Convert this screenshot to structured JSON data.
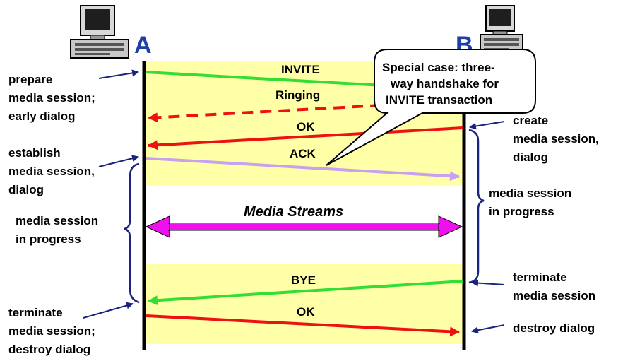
{
  "endpoints": {
    "a": "A",
    "b": "B"
  },
  "messages": {
    "invite": "INVITE",
    "ringing": "Ringing",
    "ok1": "OK",
    "ack": "ACK",
    "media": "Media Streams",
    "bye": "BYE",
    "ok2": "OK"
  },
  "callout": [
    "Special case: three-",
    "way handshake for",
    "INVITE transaction"
  ],
  "labels_left": {
    "prepare": [
      "prepare",
      "media session;",
      "early dialog"
    ],
    "establish": [
      "establish",
      "media session,",
      "dialog"
    ],
    "progress": [
      "media session",
      "in progress"
    ],
    "terminate": [
      "terminate",
      "media session;",
      "destroy dialog"
    ]
  },
  "labels_right": {
    "create": [
      "create",
      "media session,",
      "dialog"
    ],
    "progress": [
      "media session",
      "in progress"
    ],
    "terminate": [
      "terminate",
      "media session"
    ],
    "destroy": [
      "destroy dialog"
    ]
  },
  "colors": {
    "band": "#ffffa8",
    "invite": "#33dd33",
    "ringing": "#ee1111",
    "ok": "#ee1111",
    "ack": "#c8a0f0",
    "media": "#ee11ee",
    "bye": "#33dd33",
    "annotation_arrow": "#1a237e",
    "brace": "#1a237e",
    "endpoint_label": "#1f3fa8"
  },
  "icons": {
    "a": "computer-icon",
    "b": "computer-icon"
  }
}
